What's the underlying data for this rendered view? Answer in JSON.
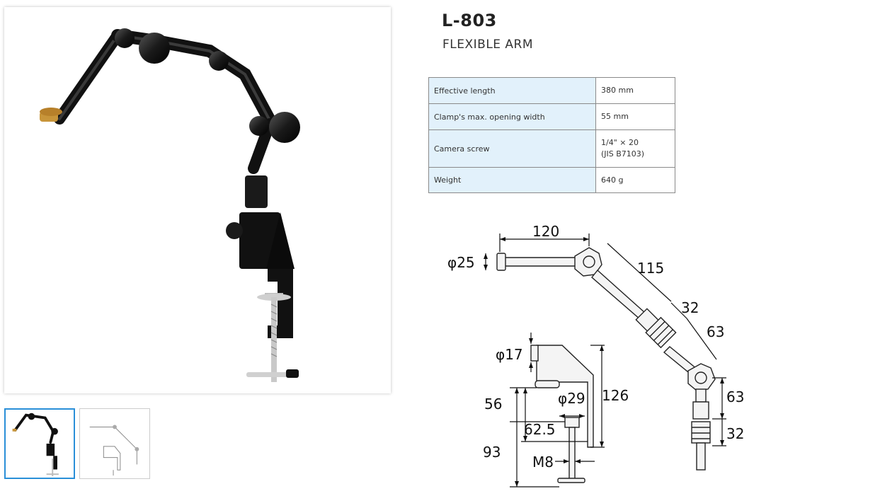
{
  "product": {
    "model": "L-803",
    "name": "FLEXIBLE ARM"
  },
  "specs": [
    {
      "label": "Effective length",
      "value": "380 mm"
    },
    {
      "label": "Clamp's max. opening width",
      "value": "55 mm"
    },
    {
      "label": "Camera screw",
      "value_line1": "1/4\" × 20",
      "value_line2": "(JIS B7103)"
    },
    {
      "label": "Weight",
      "value": "640 g"
    }
  ],
  "drawing_dimensions": {
    "d120": "120",
    "d115": "115",
    "d32a": "32",
    "d63a": "63",
    "d63b": "63",
    "d32b": "32",
    "phi25": "φ25",
    "phi17": "φ17",
    "phi29": "φ29",
    "d56": "56",
    "d126": "126",
    "d62_5": "62.5",
    "d93": "93",
    "m8": "M8"
  },
  "gallery": {
    "selected_index": 0,
    "thumbnails": [
      "product-photo",
      "dimension-drawing"
    ]
  }
}
